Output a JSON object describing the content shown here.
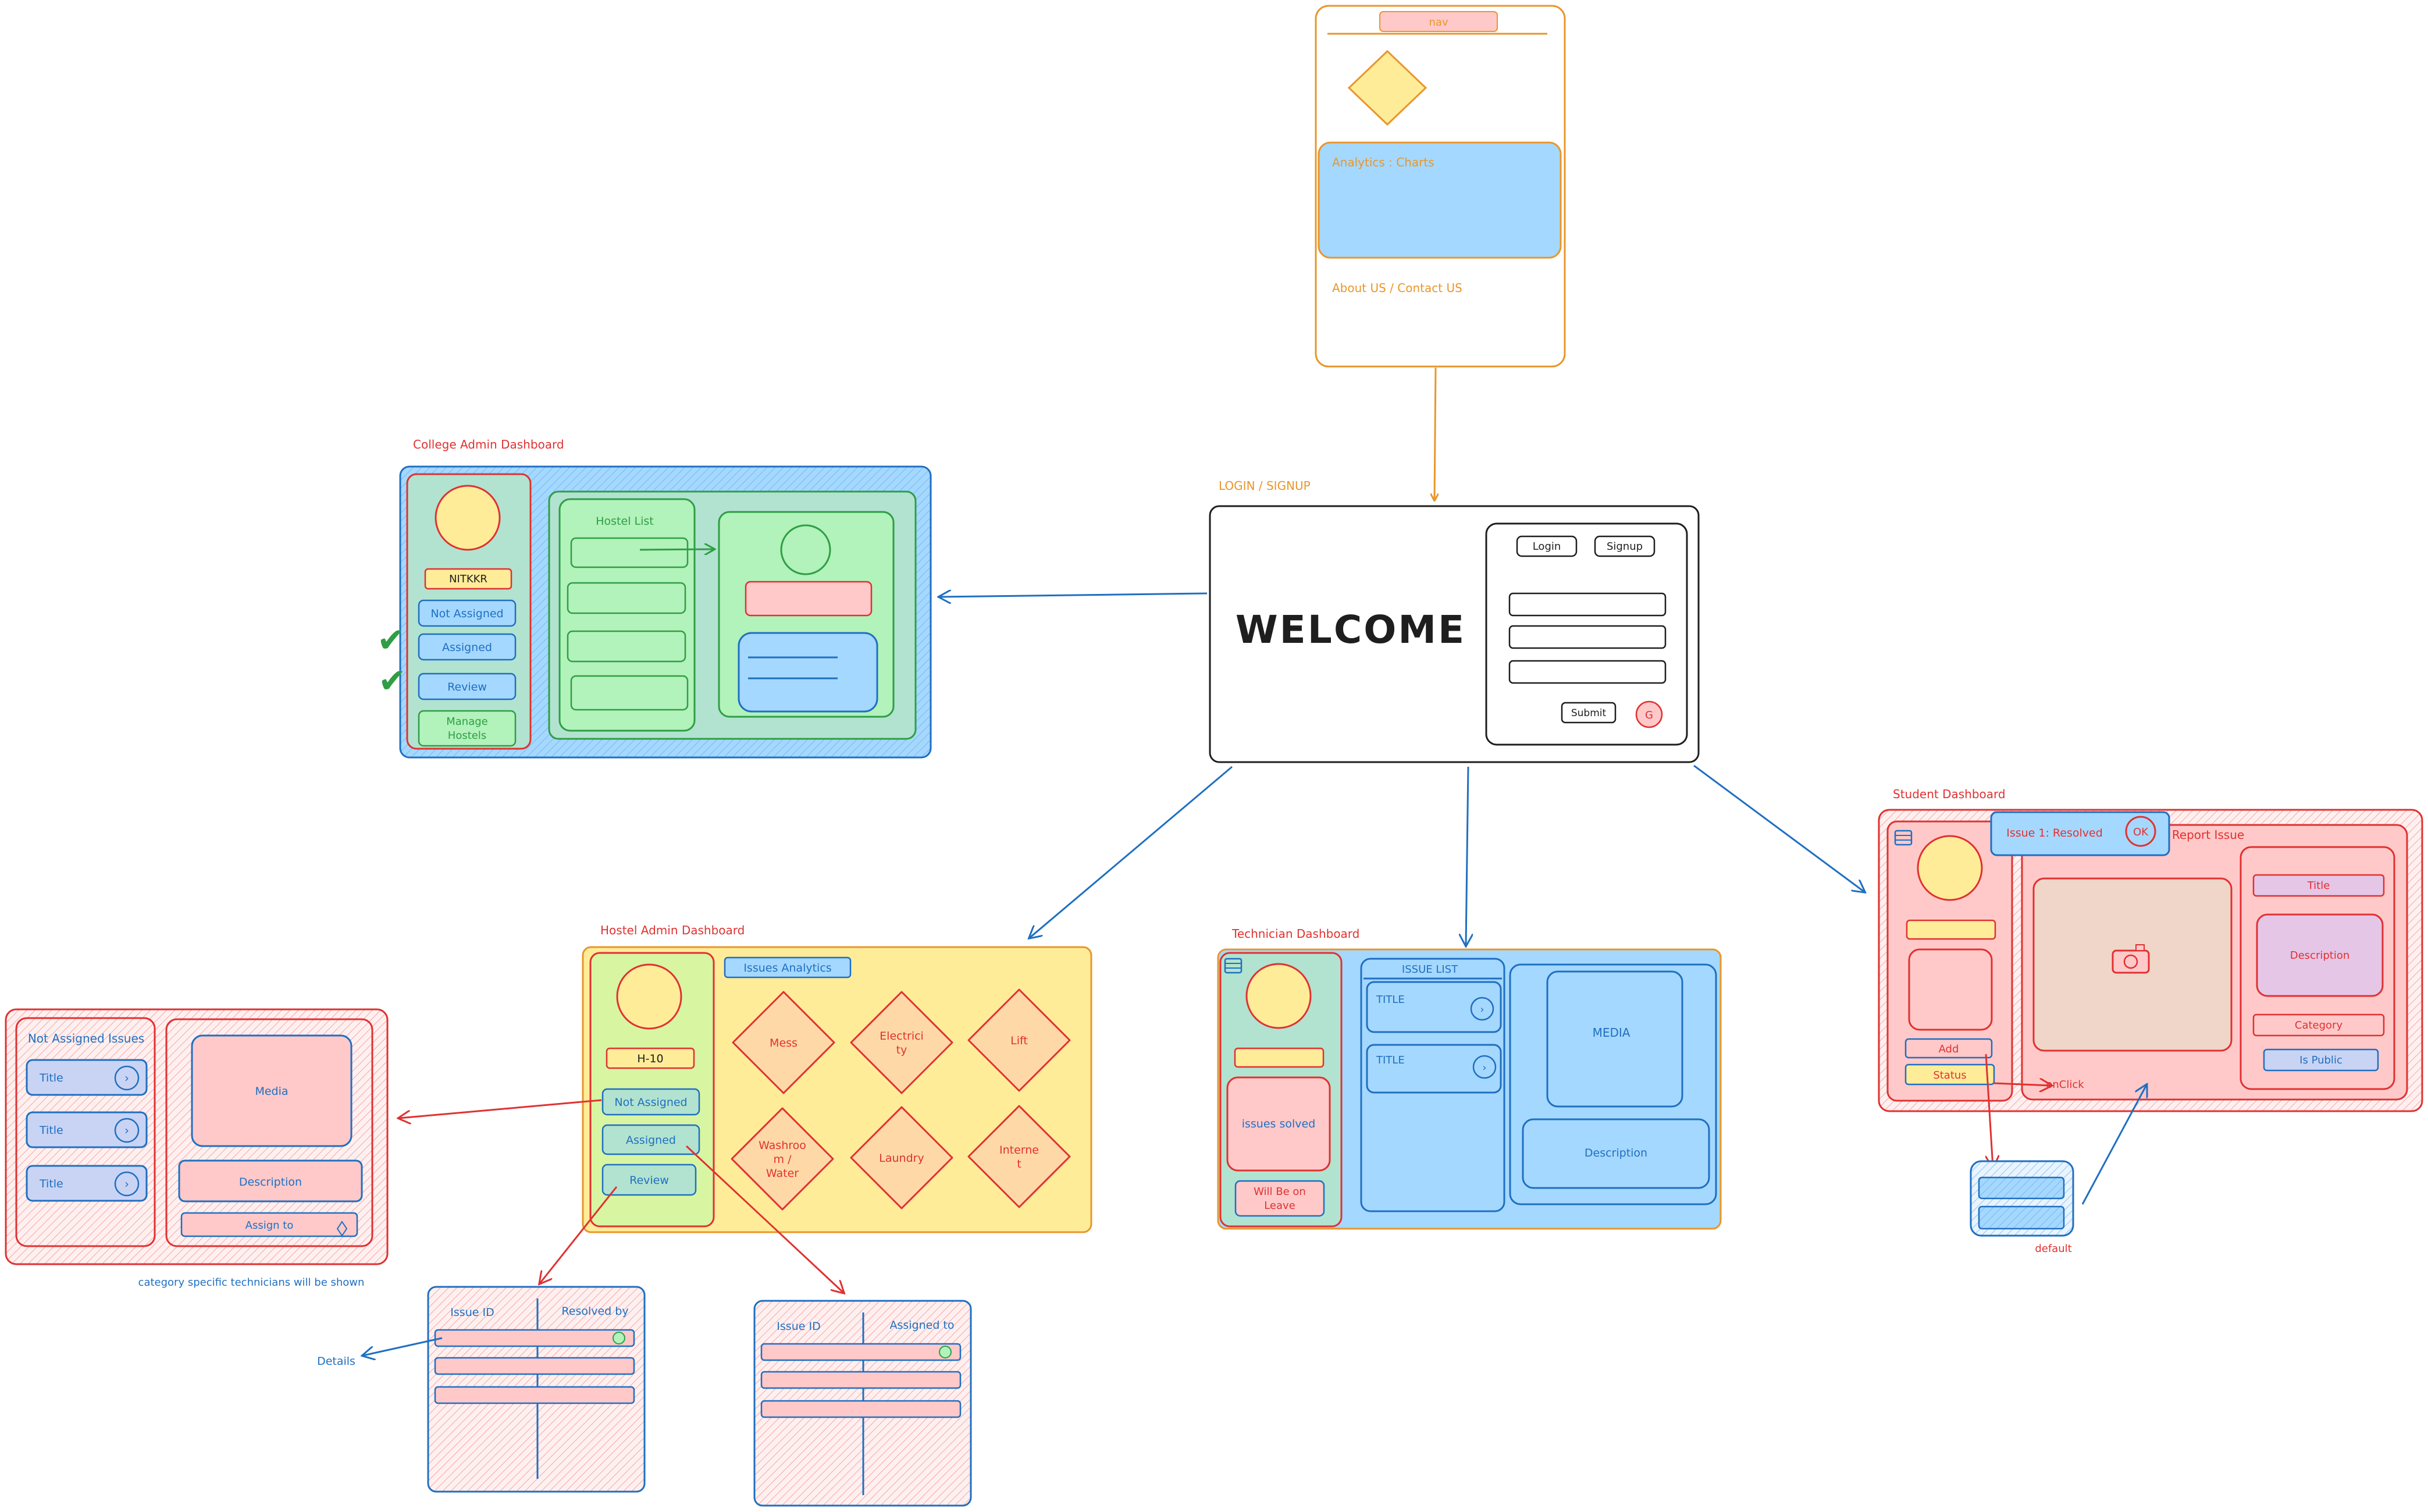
{
  "colors": {
    "orange": "#e8962a",
    "red": "#e03131",
    "blue": "#1f6fc1",
    "green": "#2f9e44",
    "dark": "#1e1e1e",
    "fill_blue": "#a5d8ff",
    "fill_yellow": "#ffec99",
    "fill_pink": "#ffc9c9",
    "fill_green": "#b2f2bb",
    "fill_teal": "#b2e3d0",
    "fill_tan": "#ffd8a8"
  },
  "landing": {
    "nav": "nav",
    "analytics": "Analytics : Charts",
    "about": "About US / Contact US"
  },
  "login": {
    "section_label": "LOGIN / SIGNUP",
    "welcome": "WELCOME",
    "login_button": "Login",
    "signup_button": "Signup",
    "submit_button": "Submit",
    "google_button": "G"
  },
  "college_admin": {
    "title": "College Admin Dashboard",
    "badge": "NITKKR",
    "not_assigned": "Not Assigned",
    "assigned": "Assigned",
    "review": "Review",
    "manage_line1": "Manage",
    "manage_line2": "Hostels",
    "hostel_list": "Hostel List",
    "check_glyph": "✔"
  },
  "hostel_admin": {
    "title": "Hostel Admin Dashboard",
    "badge": "H-10",
    "not_assigned": "Not Assigned",
    "assigned": "Assigned",
    "review": "Review",
    "analytics": "Issues Analytics",
    "categories": [
      [
        "Mess"
      ],
      [
        "Electrici",
        "ty"
      ],
      [
        "Lift"
      ],
      [
        "Washroo",
        "m /",
        "Water"
      ],
      [
        "Laundry"
      ],
      [
        "Interne",
        "t"
      ]
    ]
  },
  "not_assigned_panel": {
    "title": "Not Assigned Issues",
    "items": [
      "Title",
      "Title",
      "Title"
    ],
    "media": "Media",
    "description": "Description",
    "assign_to": "Assign to",
    "caption": "category specific technicians will be shown"
  },
  "review_table": {
    "col1": "Issue ID",
    "col2": "Resolved by",
    "details_label": "Details"
  },
  "assigned_table": {
    "col1": "Issue ID",
    "col2": "Assigned to"
  },
  "technician": {
    "title": "Technician Dashboard",
    "issues_solved": "issues solved",
    "leave_line1": "Will Be on",
    "leave_line2": "Leave",
    "issue_list": "ISSUE LIST",
    "item_titles": [
      "TITLE",
      "TITLE"
    ],
    "media": "MEDIA",
    "description": "Description"
  },
  "student": {
    "title": "Student Dashboard",
    "toast": "Issue 1: Resolved",
    "ok_button": "OK",
    "report_issue": "Report Issue",
    "add_button": "Add",
    "status_button": "Status",
    "onclick_label": "onClick",
    "default_label": "default",
    "field_title": "Title",
    "field_description": "Description",
    "field_category": "Category",
    "field_public": "Is Public"
  }
}
